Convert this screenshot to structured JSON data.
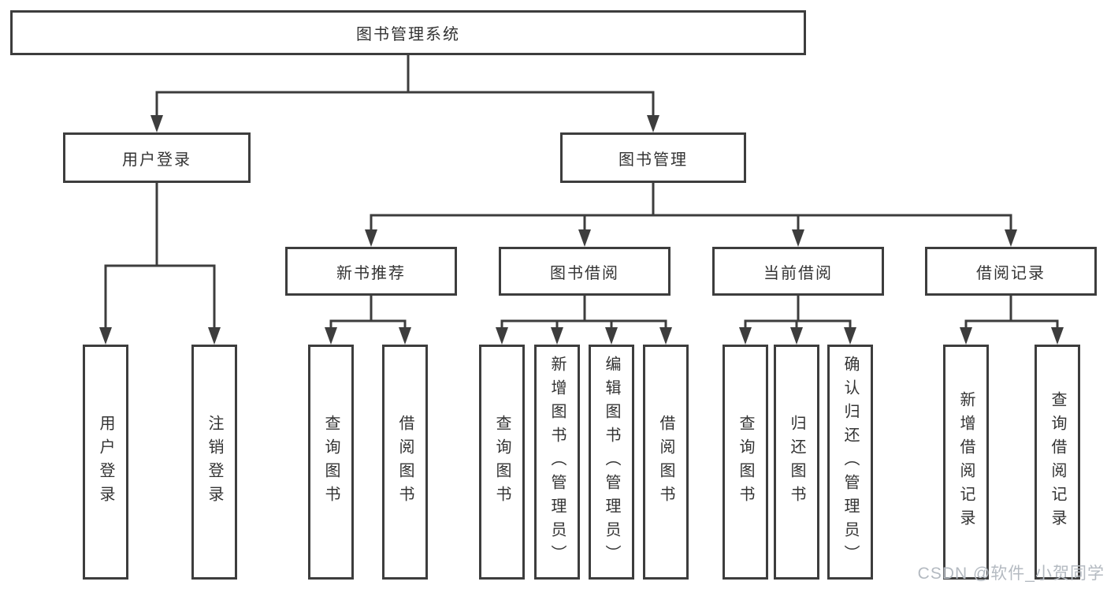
{
  "diagram": {
    "root": "图书管理系统",
    "branches": [
      {
        "label": "用户登录",
        "leaves": [
          "用户登录",
          "注销登录"
        ]
      },
      {
        "label": "图书管理",
        "groups": [
          {
            "label": "新书推荐",
            "leaves": [
              "查询图书",
              "借阅图书"
            ]
          },
          {
            "label": "图书借阅",
            "leaves": [
              "查询图书",
              "新增图书（管理员）",
              "编辑图书（管理员）",
              "借阅图书"
            ]
          },
          {
            "label": "当前借阅",
            "leaves": [
              "查询图书",
              "归还图书",
              "确认归还（管理员）"
            ]
          },
          {
            "label": "借阅记录",
            "leaves": [
              "新增借阅记录",
              "查询借阅记录"
            ]
          }
        ]
      }
    ]
  },
  "watermark": "CSDN @软件_小贺同学",
  "colors": {
    "line": "#3d3d3d",
    "text": "#333333",
    "watermark": "#b4bac1",
    "background": "#ffffff"
  }
}
